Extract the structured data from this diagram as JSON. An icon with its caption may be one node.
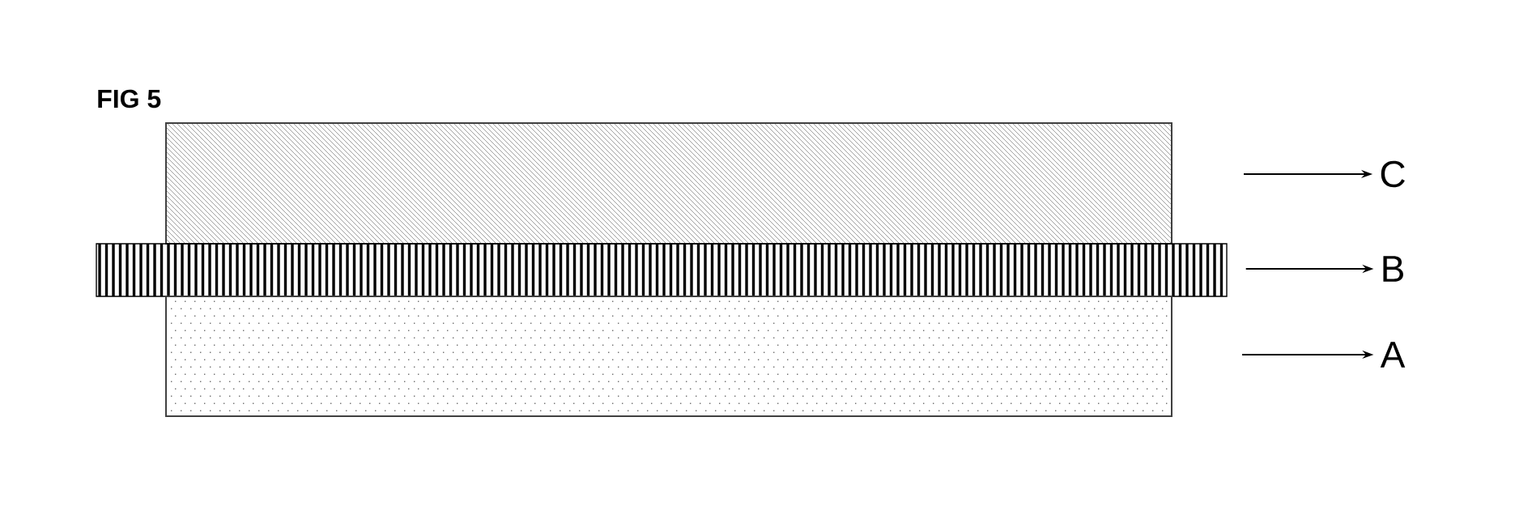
{
  "diagram": {
    "title": "FIG 5",
    "nodes": [
      {
        "text": [],
        "shape": "box"
      },
      {
        "text": [],
        "shape": "bar"
      },
      {
        "text": [],
        "shape": "box"
      },
      {
        "text": [
          "C"
        ]
      },
      {
        "text": [
          "B"
        ]
      },
      {
        "text": [
          "A"
        ]
      }
    ],
    "edges": [
      {
        "from": 0,
        "to": 3,
        "arrow": "to"
      },
      {
        "from": 1,
        "to": 4,
        "arrow": "to"
      },
      {
        "from": null,
        "to": 5,
        "arrow": "to"
      }
    ]
  }
}
